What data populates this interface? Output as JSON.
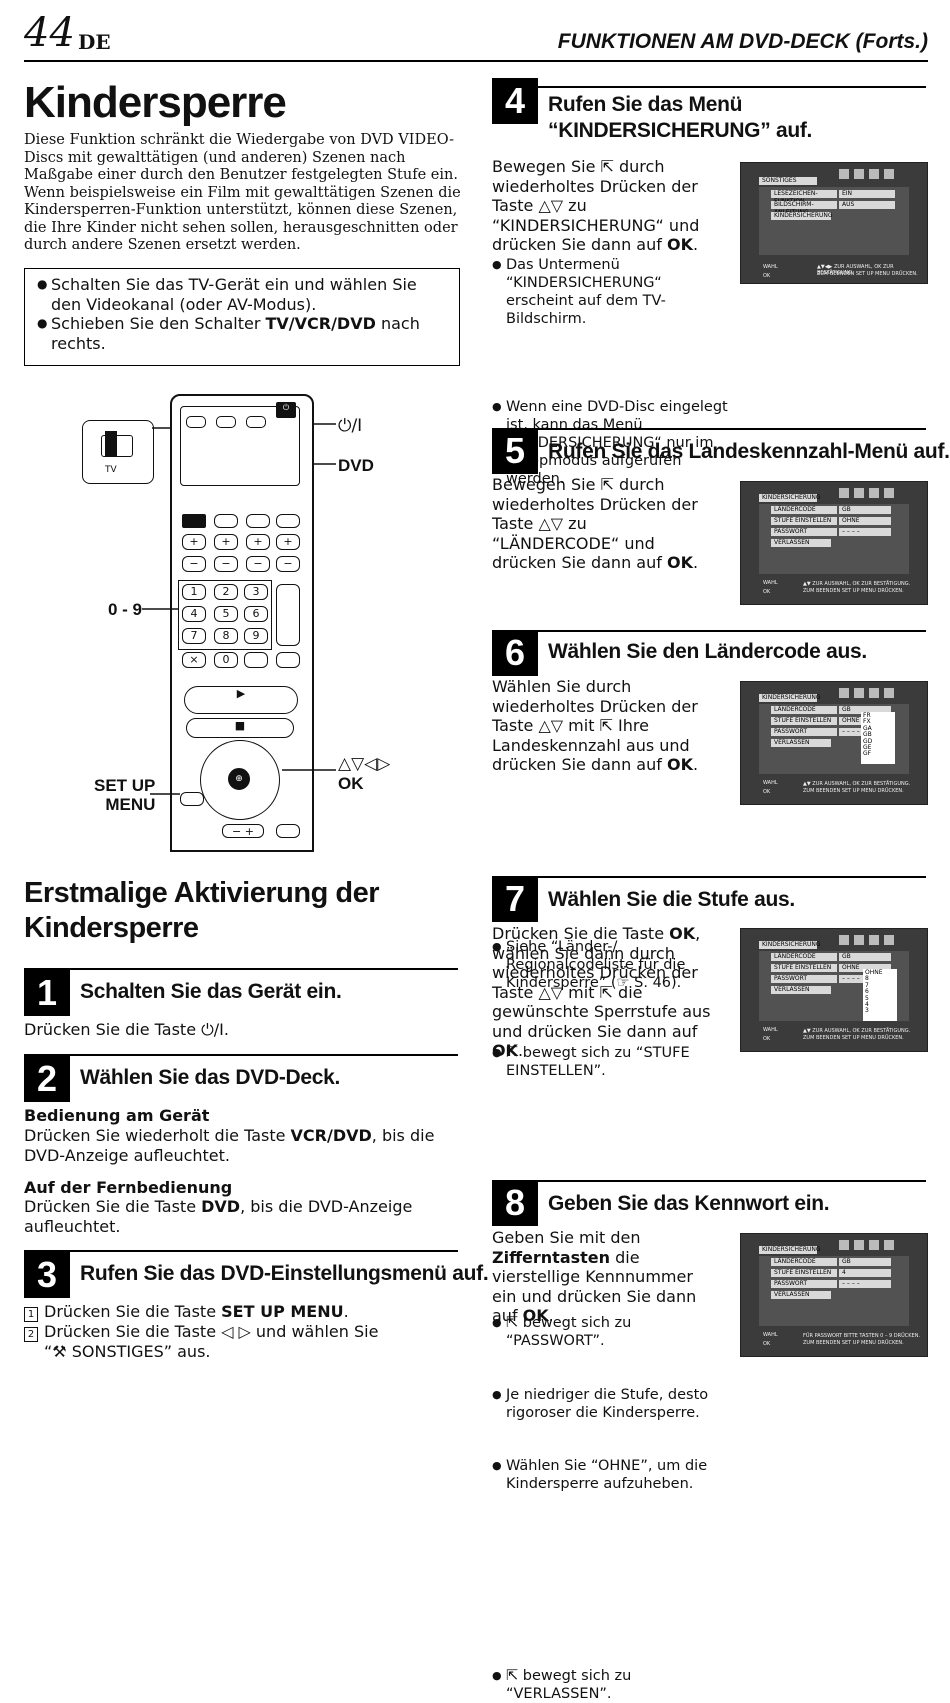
{
  "header": {
    "page_number": "44",
    "lang": "DE",
    "section": "FUNKTIONEN AM DVD-DECK (Forts.)"
  },
  "title": "Kindersperre",
  "intro": "Diese Funktion schränkt die Wiedergabe von DVD VIDEO-Discs mit gewalttätigen (und anderen) Szenen nach Maßgabe einer durch den Benutzer festgelegten Stufe ein. Wenn beispielsweise ein Film mit gewalttätigen Szenen die Kindersperren-Funktion unterstützt, können diese Szenen, die Ihre Kinder nicht sehen sollen, herausgeschnitten oder durch andere Szenen ersetzt werden.",
  "prep": {
    "item1": "Schalten Sie das TV-Gerät ein und wählen Sie den Videokanal (oder AV-Modus).",
    "item2_pre": "Schieben Sie den Schalter ",
    "item2_bold": "TV/VCR/DVD",
    "item2_post": " nach rechts."
  },
  "remote_labels": {
    "power": "⏻/I",
    "dvd": "DVD",
    "digits": "0 - 9",
    "setup": "SET UP\nMENU",
    "arrows": "△▽◁▷",
    "ok": "OK",
    "switch_tv": "TV"
  },
  "subheading": "Erstmalige Aktivierung der Kindersperre",
  "steps_left": [
    {
      "num": "1",
      "title": "Schalten Sie das Gerät ein.",
      "text": "Drücken Sie die Taste ⏻/I."
    },
    {
      "num": "2",
      "title": "Wählen Sie das DVD-Deck.",
      "sub1": "Bedienung am Gerät",
      "text1_pre": "Drücken Sie wiederholt die Taste ",
      "text1_bold": "VCR/DVD",
      "text1_post": ", bis die DVD-Anzeige aufleuchtet.",
      "sub2": "Auf der Fernbedienung",
      "text2_pre": "Drücken Sie die Taste ",
      "text2_bold": "DVD",
      "text2_post": ", bis die DVD-Anzeige aufleuchtet."
    },
    {
      "num": "3",
      "title": "Rufen Sie das DVD-Einstellungsmenü auf.",
      "l1_num": "1",
      "l1_pre": "Drücken Sie die Taste ",
      "l1_bold": "SET UP MENU",
      "l1_post": ".",
      "l2_num": "2",
      "l2_a": "Drücken Sie die Taste ◁ ▷ und wählen Sie",
      "l2_b": "“⚒ SONSTIGES” aus."
    }
  ],
  "steps_right": [
    {
      "num": "4",
      "title": "Rufen Sie das Menü “KINDERSICHERUNG” auf.",
      "text_pre": "Bewegen Sie ⇱ durch wiederholtes Drücken der Taste △▽ zu “KINDERSICHERUNG“ und drücken Sie dann auf ",
      "text_bold": "OK",
      "text_post": ".",
      "b1": "Das Untermenü “KINDERSICHERUNG“ erscheint auf dem TV-Bildschirm.",
      "b2": "Wenn eine DVD-Disc eingelegt ist, kann das Menü “KINDERSICHERUNG“ nur im Stoppmodus aufgerufen werden."
    },
    {
      "num": "5",
      "title": "Rufen Sie das Landeskennzahl-Menü auf.",
      "text_pre": "Bewegen Sie ⇱ durch wiederholtes Drücken der Taste △▽ zu “LÄNDERCODE“ und drücken Sie dann auf ",
      "text_bold": "OK",
      "text_post": "."
    },
    {
      "num": "6",
      "title": "Wählen Sie den Ländercode aus.",
      "text_pre": "Wählen Sie durch wiederholtes Drücken der Taste △▽ mit ⇱ Ihre Landeskennzahl aus und drücken Sie dann auf ",
      "text_bold": "OK",
      "text_post": ".",
      "b1": "Siehe “Länder-/ Regionalcodeliste für die Kindersperre” (☞ S. 46).",
      "b2": "⇱ bewegt sich zu “STUFE EINSTELLEN”."
    },
    {
      "num": "7",
      "title": "Wählen Sie die Stufe aus.",
      "text_a": "Drücken Sie die Taste ",
      "text_bold1": "OK",
      "text_b": ", wählen Sie dann durch wiederholtes Drücken der Taste △▽ mit ⇱ die gewünschte Sperrstufe aus und drücken Sie dann auf ",
      "text_bold2": "OK",
      "text_c": ".",
      "b1": "⇱ bewegt sich zu “PASSWORT”.",
      "b2": "Je niedriger die Stufe, desto rigoroser die Kindersperre.",
      "b3": "Wählen Sie “OHNE”, um die Kindersperre aufzuheben."
    },
    {
      "num": "8",
      "title": "Geben Sie das Kennwort ein.",
      "text_a": "Geben Sie mit den ",
      "text_bold1": "Zifferntasten",
      "text_b": " die vierstellige Kennnummer ein und drücken Sie dann auf ",
      "text_bold2": "OK",
      "text_c": ".",
      "b1": "⇱ bewegt sich zu “VERLASSEN”."
    }
  ],
  "screens": {
    "s4": {
      "menu": "SONSTIGES",
      "r1": "LESEZEICHEN-FUNKTION",
      "v1": "EIN",
      "r2": "BILDSCHIRM-ANLEITUNG",
      "v2": "AUS",
      "r3": "KINDERSICHERUNG",
      "f1": "▲▼◀▶ ZUR AUSWAHL, OK ZUR BESTÄTIGUNG.",
      "f2": "ZUM BEENDEN SET UP MENU DRÜCKEN.",
      "fl1": "WAHL",
      "fl2": "OK"
    },
    "s5": {
      "menu": "KINDERSICHERUNG",
      "r1": "LÄNDERCODE",
      "v1": "GB",
      "r2": "STUFE EINSTELLEN",
      "v2": "OHNE",
      "r3": "PASSWORT",
      "v3": "– – – –",
      "r4": "VERLASSEN",
      "f1": "▲▼ ZUR AUSWAHL, OK ZUR BESTÄTIGUNG.",
      "f2": "ZUM BEENDEN SET UP MENU DRÜCKEN.",
      "fl1": "WAHL",
      "fl2": "OK"
    },
    "s6": {
      "menu": "KINDERSICHERUNG",
      "r1": "LÄNDERCODE",
      "v1": "GB",
      "r2": "STUFE EINSTELLEN",
      "v2": "OHNE",
      "r3": "PASSWORT",
      "v3": "– – – –",
      "r4": "VERLASSEN",
      "list": [
        "FR",
        "FX",
        "GA",
        "GB",
        "GD",
        "GE",
        "GF"
      ],
      "f1": "▲▼ ZUR AUSWAHL, OK ZUR BESTÄTIGUNG.",
      "f2": "ZUM BEENDEN SET UP MENU DRÜCKEN.",
      "fl1": "WAHL",
      "fl2": "OK"
    },
    "s7": {
      "menu": "KINDERSICHERUNG",
      "r1": "LÄNDERCODE",
      "v1": "GB",
      "r2": "STUFE EINSTELLEN",
      "v2": "OHNE",
      "r3": "PASSWORT",
      "v3": "– – – –",
      "r4": "VERLASSEN",
      "list": [
        "OHNE",
        "8",
        "7",
        "6",
        "5",
        "4",
        "3"
      ],
      "f1": "▲▼ ZUR AUSWAHL, OK ZUR BESTÄTIGUNG.",
      "f2": "ZUM BEENDEN SET UP MENU DRÜCKEN.",
      "fl1": "WAHL",
      "fl2": "OK"
    },
    "s8": {
      "menu": "KINDERSICHERUNG",
      "r1": "LÄNDERCODE",
      "v1": "GB",
      "r2": "STUFE EINSTELLEN",
      "v2": "4",
      "r3": "PASSWORT",
      "v3": "– – – –",
      "r4": "VERLASSEN",
      "f1": "FÜR PASSWORT BITTE TASTEN 0 – 9 DRÜCKEN.",
      "f2": "ZUM BEENDEN SET UP MENU DRÜCKEN.",
      "fl1": "WAHL",
      "fl2": "OK"
    }
  }
}
